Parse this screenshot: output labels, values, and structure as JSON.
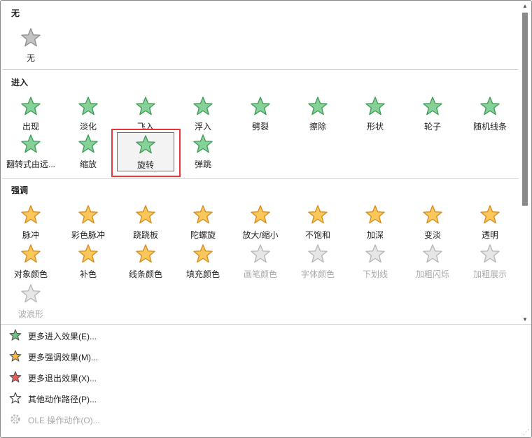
{
  "sections": {
    "none": {
      "title": "无",
      "items": [
        {
          "label": "无"
        }
      ]
    },
    "entrance": {
      "title": "进入",
      "items": [
        {
          "label": "出现"
        },
        {
          "label": "淡化"
        },
        {
          "label": "飞入"
        },
        {
          "label": "浮入"
        },
        {
          "label": "劈裂"
        },
        {
          "label": "擦除"
        },
        {
          "label": "形状"
        },
        {
          "label": "轮子"
        },
        {
          "label": "随机线条"
        },
        {
          "label": "翻转式由远..."
        },
        {
          "label": "缩放"
        },
        {
          "label": "旋转",
          "selected": true
        },
        {
          "label": "弹跳"
        }
      ]
    },
    "emphasis": {
      "title": "强调",
      "items": [
        {
          "label": "脉冲"
        },
        {
          "label": "彩色脉冲"
        },
        {
          "label": "跷跷板"
        },
        {
          "label": "陀螺旋"
        },
        {
          "label": "放大/缩小"
        },
        {
          "label": "不饱和"
        },
        {
          "label": "加深"
        },
        {
          "label": "变淡"
        },
        {
          "label": "透明"
        },
        {
          "label": "对象颜色"
        },
        {
          "label": "补色"
        },
        {
          "label": "线条颜色"
        },
        {
          "label": "填充颜色"
        },
        {
          "label": "画笔颜色",
          "disabled": true
        },
        {
          "label": "字体颜色",
          "disabled": true
        },
        {
          "label": "下划线",
          "disabled": true
        },
        {
          "label": "加粗闪烁",
          "disabled": true
        },
        {
          "label": "加粗展示",
          "disabled": true
        },
        {
          "label": "波浪形",
          "disabled": true
        }
      ]
    }
  },
  "menu": [
    {
      "label": "更多进入效果(E)...",
      "icon": "green-star-icon",
      "color": "#6cc47f"
    },
    {
      "label": "更多强调效果(M)...",
      "icon": "orange-star-icon",
      "color": "#f6b93c"
    },
    {
      "label": "更多退出效果(X)...",
      "icon": "red-star-icon",
      "color": "#ef5a5a"
    },
    {
      "label": "其他动作路径(P)...",
      "icon": "path-star-icon",
      "color": "#ffffff"
    },
    {
      "label": "OLE 操作动作(O)...",
      "icon": "gear-icon",
      "disabled": true
    }
  ],
  "colors": {
    "green": "#86d198",
    "green_stroke": "#3f9a58",
    "orange": "#f9c75a",
    "orange_stroke": "#d8891c",
    "gray": "#c3c3c3",
    "disabled": "#e6e6e6",
    "selection": "#e8373a"
  }
}
